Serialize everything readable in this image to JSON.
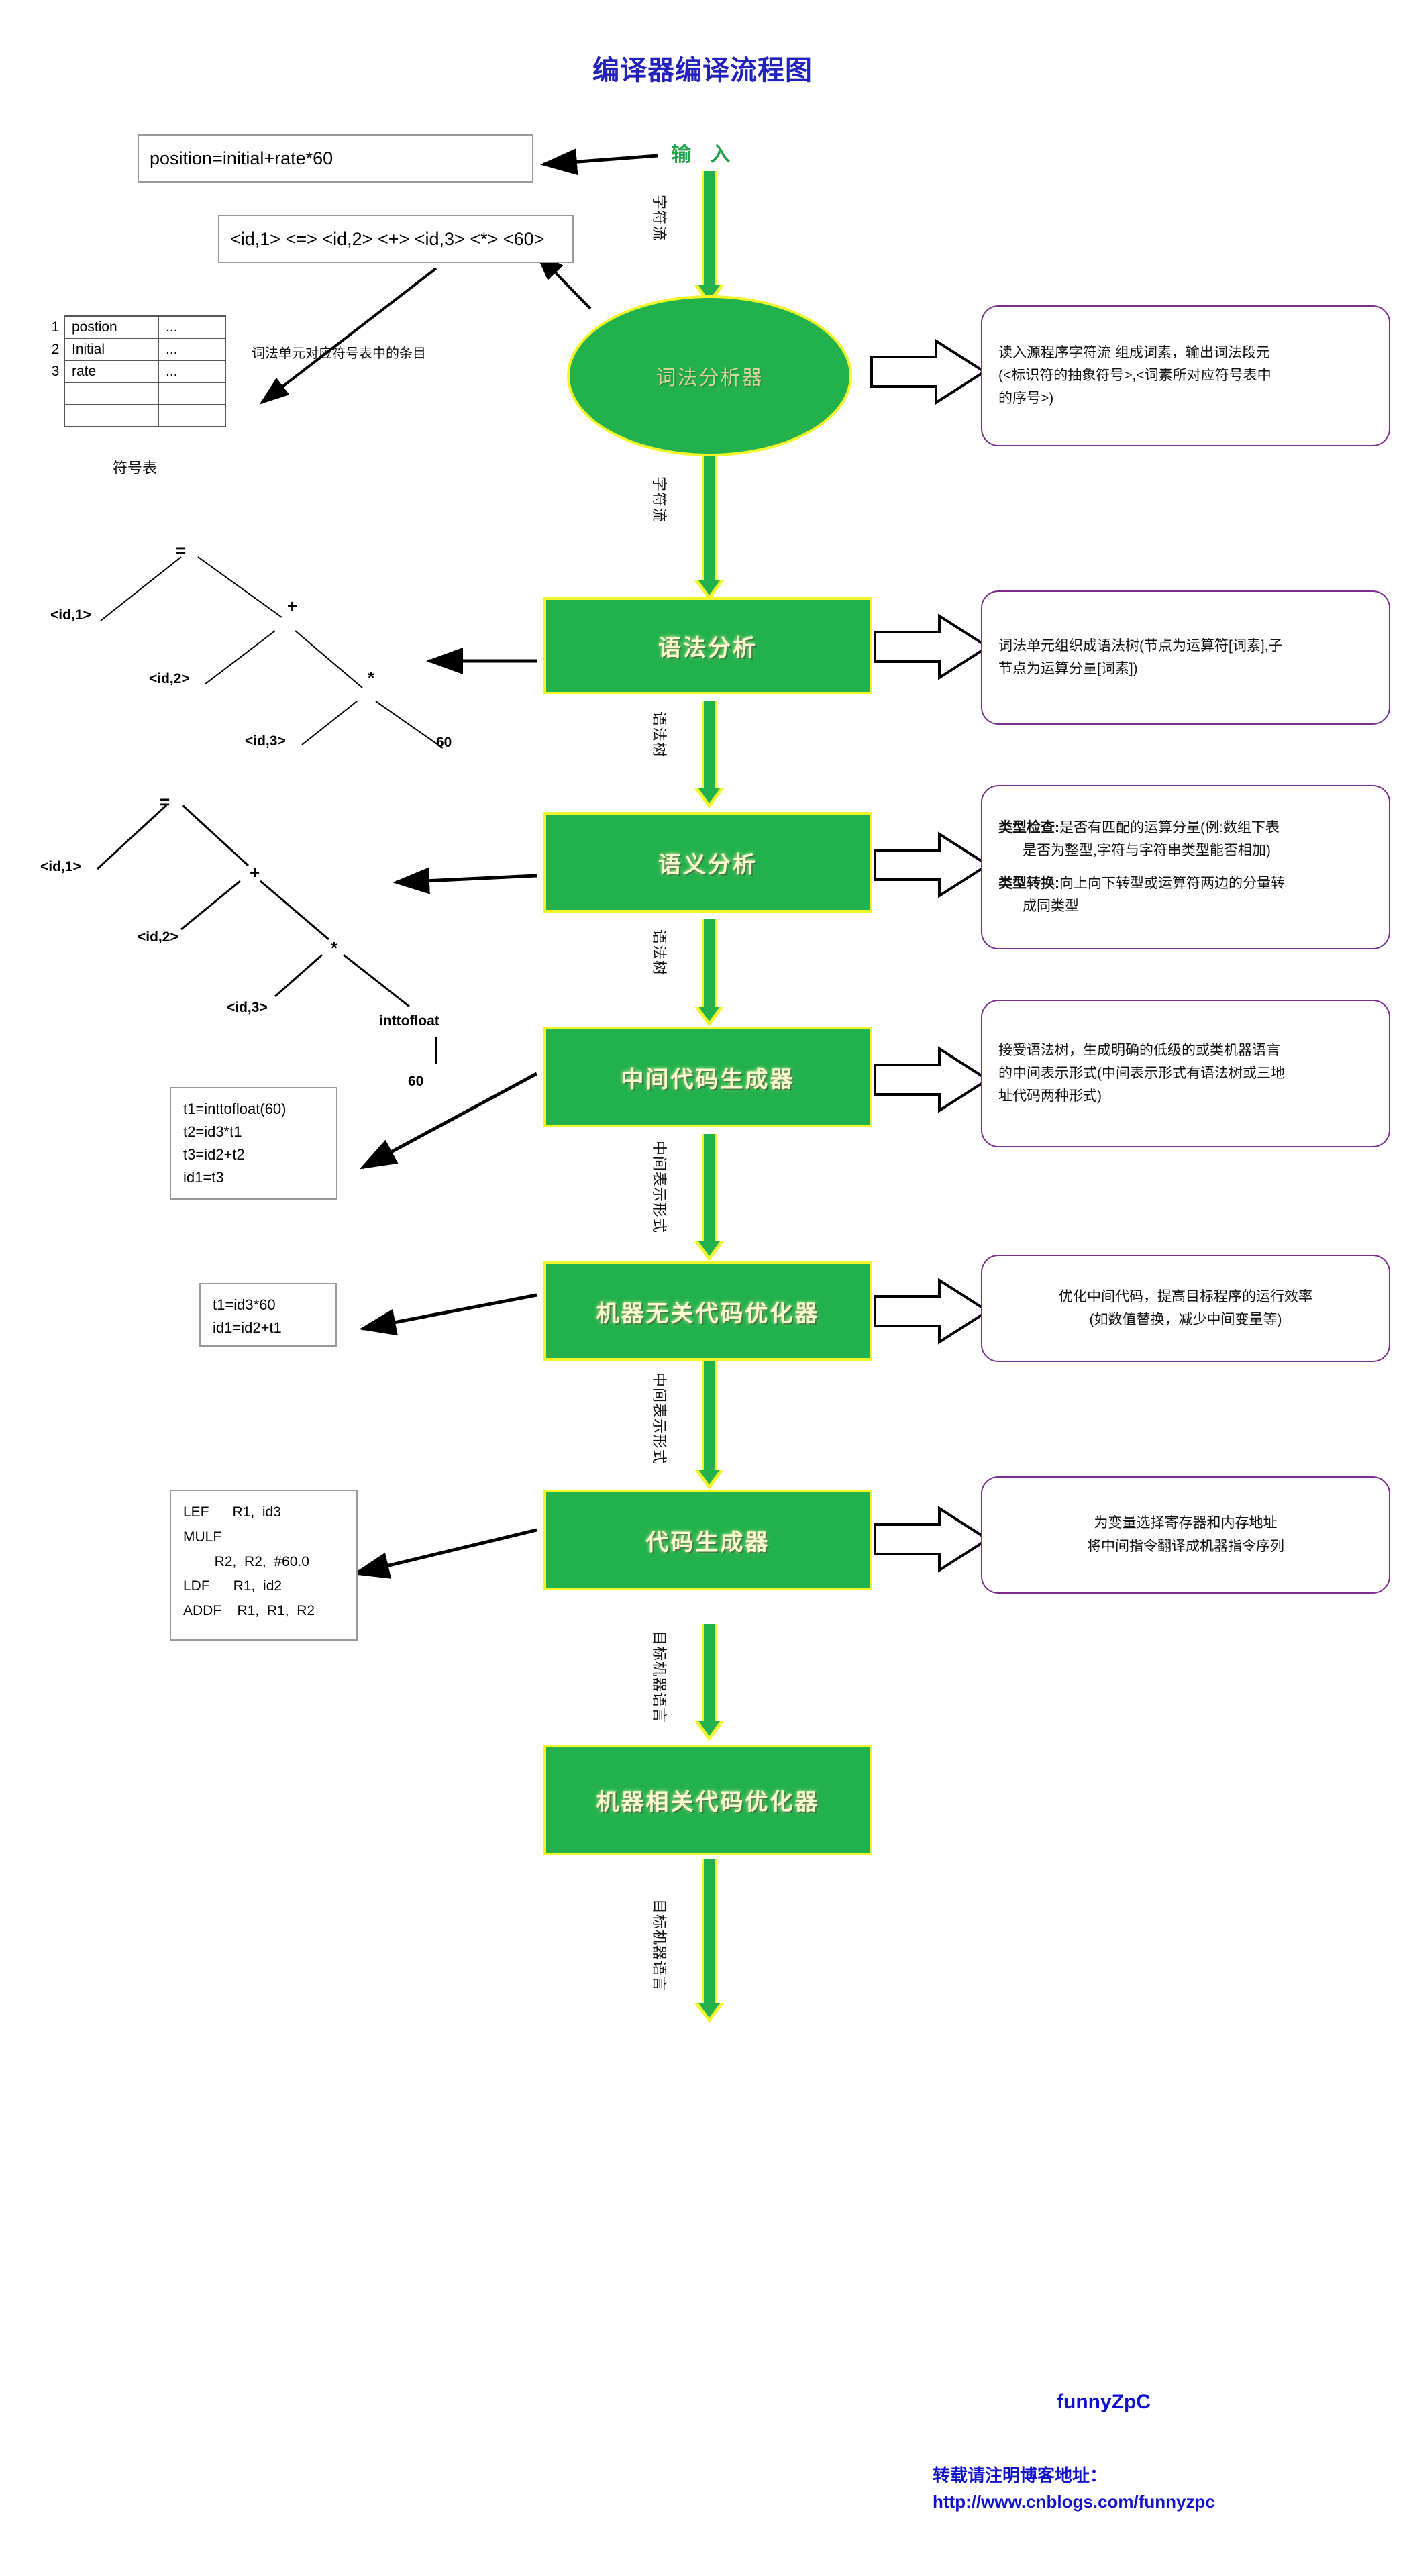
{
  "title": "编译器编译流程图",
  "input_label": "输 入",
  "source_code_box": "position=initial+rate*60",
  "token_stream_box": "<id,1> <=> <id,2> <+> <id,3> <*> <60>",
  "symbol_table": {
    "caption": "符号表",
    "note": "词法单元对应符号表中的条目",
    "rows": [
      {
        "index": "1",
        "name": "postion",
        "value": "..."
      },
      {
        "index": "2",
        "name": "Initial",
        "value": "..."
      },
      {
        "index": "3",
        "name": "rate",
        "value": "..."
      },
      {
        "index": "",
        "name": "",
        "value": ""
      },
      {
        "index": "",
        "name": "",
        "value": ""
      }
    ]
  },
  "stages": [
    {
      "id": "lexical-analyzer",
      "label": "词法分析器",
      "shape": "ellipse",
      "description": [
        "读入源程序字符流 组成词素，输出词法段元",
        "(<标识符的抽象符号>,<词素所对应符号表中",
        "的序号>)"
      ]
    },
    {
      "id": "syntax-analysis",
      "label": "语法分析",
      "shape": "rect",
      "description": [
        "词法单元组织成语法树(节点为运算符[词素],子",
        "节点为运算分量[词素])"
      ]
    },
    {
      "id": "semantic-analysis",
      "label": "语义分析",
      "shape": "rect",
      "description_rich": [
        {
          "bold": "类型检查:",
          "text": "是否有匹配的运算分量(例:数组下表"
        },
        {
          "bold": "",
          "text": "是否为整型,字符与字符串类型能否相加)",
          "indent": true
        },
        {
          "bold": "",
          "text": ""
        },
        {
          "bold": "类型转换:",
          "text": "向上向下转型或运算符两边的分量转"
        },
        {
          "bold": "",
          "text": "成同类型",
          "indent": true
        }
      ]
    },
    {
      "id": "intermediate-code-generator",
      "label": "中间代码生成器",
      "shape": "rect",
      "description": [
        "接受语法树，生成明确的低级的或类机器语言",
        "的中间表示形式(中间表示形式有语法树或三地",
        "址代码两种形式)"
      ]
    },
    {
      "id": "machine-independent-optimizer",
      "label": "机器无关代码优化器",
      "shape": "rect",
      "description_center": [
        "优化中间代码，提高目标程序的运行效率",
        "(如数值替换，减少中间变量等)"
      ]
    },
    {
      "id": "code-generator",
      "label": "代码生成器",
      "shape": "rect",
      "description": [
        "为变量选择寄存器和内存地址",
        "将中间指令翻译成机器指令序列"
      ]
    },
    {
      "id": "machine-dependent-optimizer",
      "label": "机器相关代码优化器",
      "shape": "rect",
      "description": []
    }
  ],
  "flow_arrow_labels": [
    "字符流",
    "字符流",
    "语法树",
    "语法树",
    "中间表示形式",
    "中间表示形式",
    "目标机器语言",
    "目标机器语言"
  ],
  "parse_tree_1": {
    "nodes": [
      {
        "label": "=",
        "type": "op"
      },
      {
        "label": "<id,1>",
        "type": "leaf"
      },
      {
        "label": "+",
        "type": "op"
      },
      {
        "label": "<id,2>",
        "type": "leaf"
      },
      {
        "label": "*",
        "type": "op"
      },
      {
        "label": "<id,3>",
        "type": "leaf"
      },
      {
        "label": "60",
        "type": "leaf"
      }
    ]
  },
  "parse_tree_2": {
    "nodes": [
      {
        "label": "=",
        "type": "op"
      },
      {
        "label": "<id,1>",
        "type": "leaf"
      },
      {
        "label": "+",
        "type": "op"
      },
      {
        "label": "<id,2>",
        "type": "leaf"
      },
      {
        "label": "*",
        "type": "op"
      },
      {
        "label": "<id,3>",
        "type": "leaf"
      },
      {
        "label": "inttofloat",
        "type": "leaf"
      },
      {
        "label": "60",
        "type": "leaf"
      }
    ]
  },
  "three_address_code": "t1=inttofloat(60)\nt2=id3*t1\nt3=id2+t2\nid1=t3",
  "optimized_code": "t1=id3*60\nid1=id2+t1",
  "target_code": "LEF      R1,  id3\nMULF\n        R2,  R2,  #60.0\nLDF      R1,  id2\nADDF    R1,  R1,  R2",
  "footer": {
    "name": "funnyZpC",
    "note_line1": "转载请注明博客地址：",
    "note_line2": "http://www.cnblogs.com/funnyzpc"
  },
  "colors": {
    "title": "#2222bb",
    "green_fill": "#22b14c",
    "green_border": "#f2f528",
    "desc_border": "#7a2f8f",
    "footer": "#1111cc"
  }
}
